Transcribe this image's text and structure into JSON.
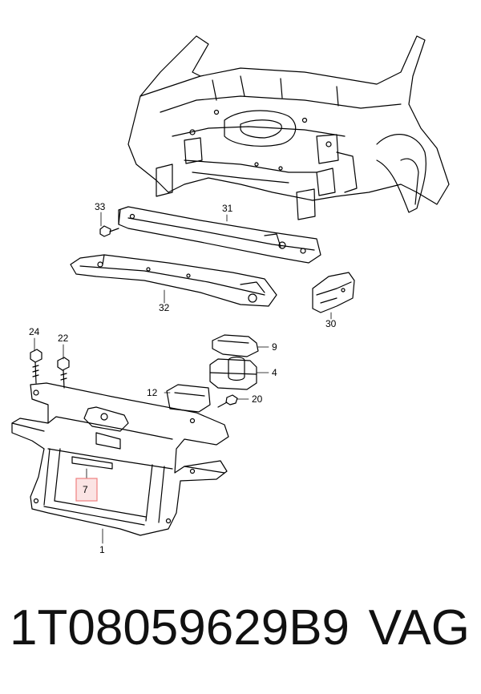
{
  "diagram": {
    "callouts": {
      "c33": "33",
      "c31": "31",
      "c32": "32",
      "c30": "30",
      "c24": "24",
      "c22": "22",
      "c9": "9",
      "c4": "4",
      "c12": "12",
      "c20": "20",
      "c7": "7",
      "c1": "1"
    },
    "highlight_color": "#f08080"
  },
  "footer": {
    "part_number": "1T08059629B9",
    "brand": "VAG"
  }
}
